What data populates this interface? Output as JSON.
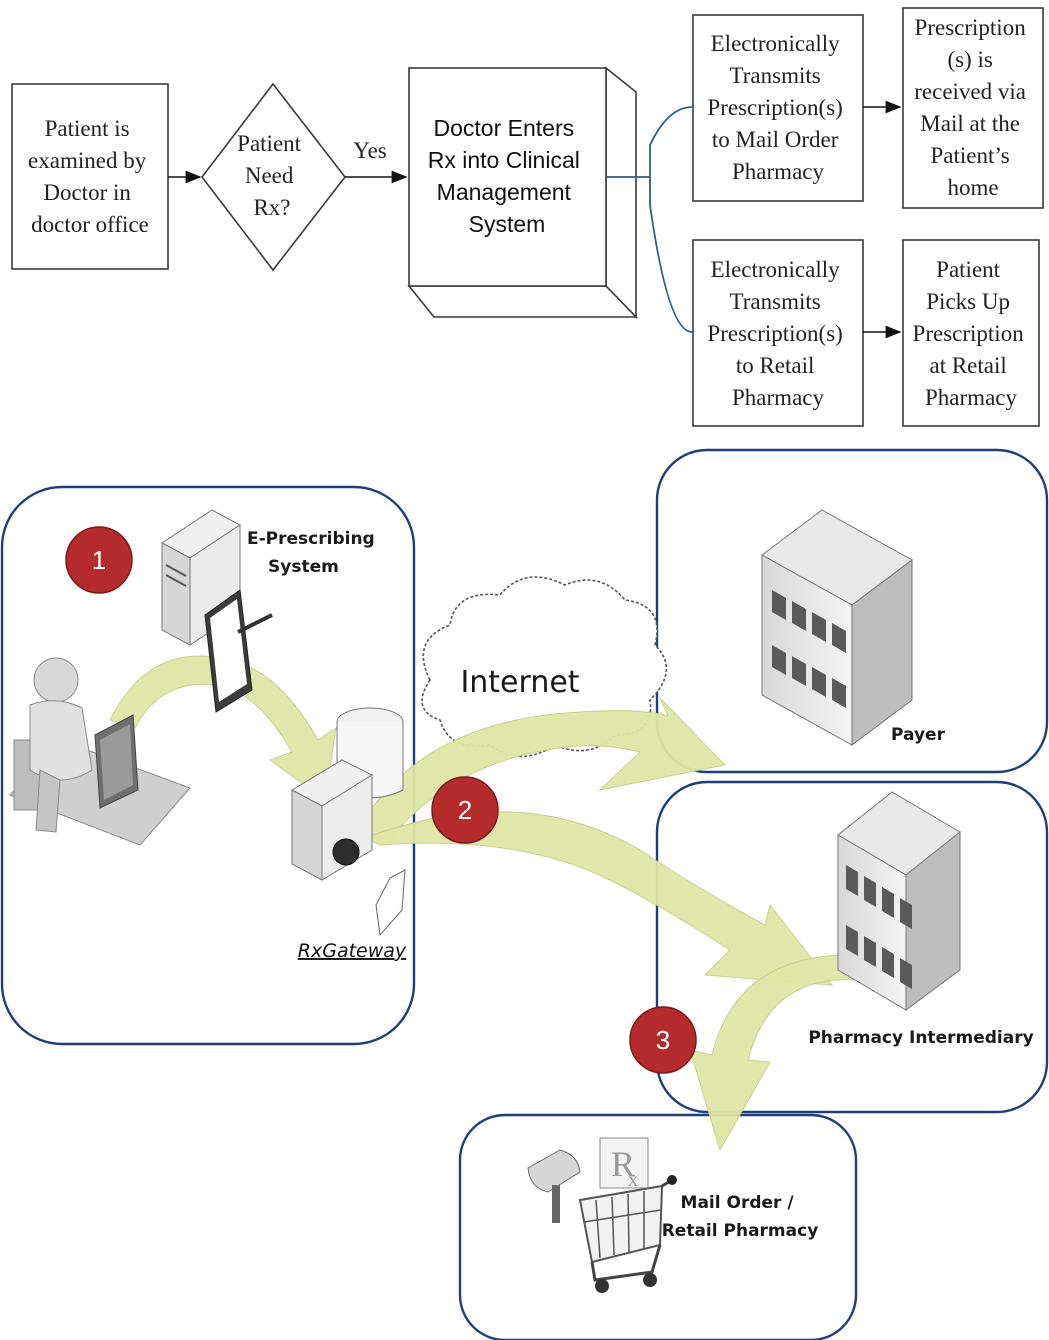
{
  "flowchart": {
    "start_box": [
      "Patient is",
      "examined by",
      "Doctor in",
      "doctor office"
    ],
    "decision": [
      "Patient",
      "Need",
      "Rx?"
    ],
    "yes_label": "Yes",
    "clinical_box": [
      "Doctor Enters",
      "Rx into Clinical",
      "Management",
      "System"
    ],
    "mail_transmit_box": [
      "Electronically",
      "Transmits",
      "Prescription(s)",
      "to Mail Order",
      "Pharmacy"
    ],
    "mail_receive_box": [
      "Prescription",
      "(s) is",
      "received via",
      "Mail at the",
      "Patient’s",
      "home"
    ],
    "retail_transmit_box": [
      "Electronically",
      "Transmits",
      "Prescription(s)",
      "to Retail",
      "Pharmacy"
    ],
    "retail_pickup_box": [
      "Patient",
      "Picks Up",
      "Prescription",
      "at Retail",
      "Pharmacy"
    ]
  },
  "network": {
    "eprescribing_label": [
      "E-Prescribing",
      "System"
    ],
    "internet_label": "Internet",
    "rxgateway_label": "RxGateway",
    "payer_label": "Payer",
    "intermediary_label": "Pharmacy Intermediary",
    "pharmacy_label": [
      "Mail Order /",
      "Retail Pharmacy"
    ],
    "rx_symbol": "R",
    "rx_sub": "x",
    "steps": [
      "1",
      "2",
      "3"
    ]
  },
  "colors": {
    "step_badge": "#b52a2a",
    "flow_arrow": "#dfe6a6",
    "panel_border": "#1f3f7a",
    "connector": "#2e5f86"
  }
}
